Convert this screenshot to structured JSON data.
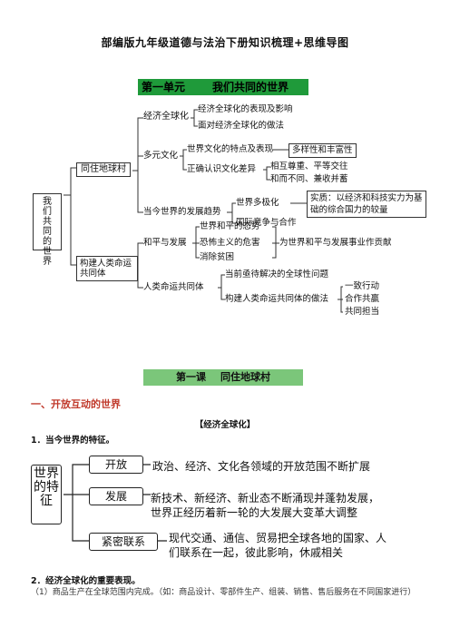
{
  "doc_title": "部编版九年级道德与法治下册知识梳理+思维导图",
  "unit_banner": {
    "unit": "第一单元",
    "title": "我们共同的世界"
  },
  "mindmap": {
    "root": "我们共同的世界",
    "village": "同住地球村",
    "econ": "经济全球化",
    "econ_a": "经济全球化的表现及影响",
    "econ_b": "面对经济全球化的做法",
    "culture": "多元文化",
    "culture_a": "世界文化的特点及表现",
    "culture_a1": "多样性和丰富性",
    "culture_b": "正确认识文化差异",
    "culture_b1": "相互尊重、平等交往",
    "culture_b2": "和而不同、兼收并蓄",
    "trend": "当今世界的发展趋势",
    "trend_a": "世界多极化",
    "trend_b": "国际竞争与合作",
    "trend_note": "实质：以经济和科技实力为基础的综合国力的较量",
    "community": "构建人类命运共同体",
    "peace": "和平与发展",
    "peace_a": "世界和平的态势",
    "peace_b": "恐怖主义的危害",
    "peace_c": "消除贫困",
    "peace_note": "为世界和平与发展事业作贡献",
    "fate": "人类命运共同体",
    "fate_a": "当前亟待解决的全球性问题",
    "fate_b": "构建人类命运共同体的做法",
    "fate_b1": "一致行动",
    "fate_b2": "合作共赢",
    "fate_b3": "共同担当"
  },
  "lesson_banner": {
    "lesson": "第一课",
    "title": "同住地球村"
  },
  "section_title": "一、开放互动的世界",
  "subhead": "【经济全球化】",
  "q1": "1．当今世界的特征。",
  "feature_map": {
    "root": "世界的特征",
    "open": "开放",
    "open_text": "政治、经济、文化各领域的开放范围不断扩展",
    "dev": "发展",
    "dev_text1": "新技术、新经济、新业态不断涌现并蓬勃发展，",
    "dev_text2": "世界正经历着新一轮的大发展大变革大调整",
    "link": "紧密联系",
    "link_text1": "现代交通、通信、贸易把全球各地的国家、人",
    "link_text2": "们联系在一起，彼此影响，休戚相关"
  },
  "q2": "2．经济全球化的重要表现。",
  "para1": "（1）商品生产在全球范围内完成。（如：商品设计、零部件生产、组装、销售、售后服务在不同国家进行）"
}
